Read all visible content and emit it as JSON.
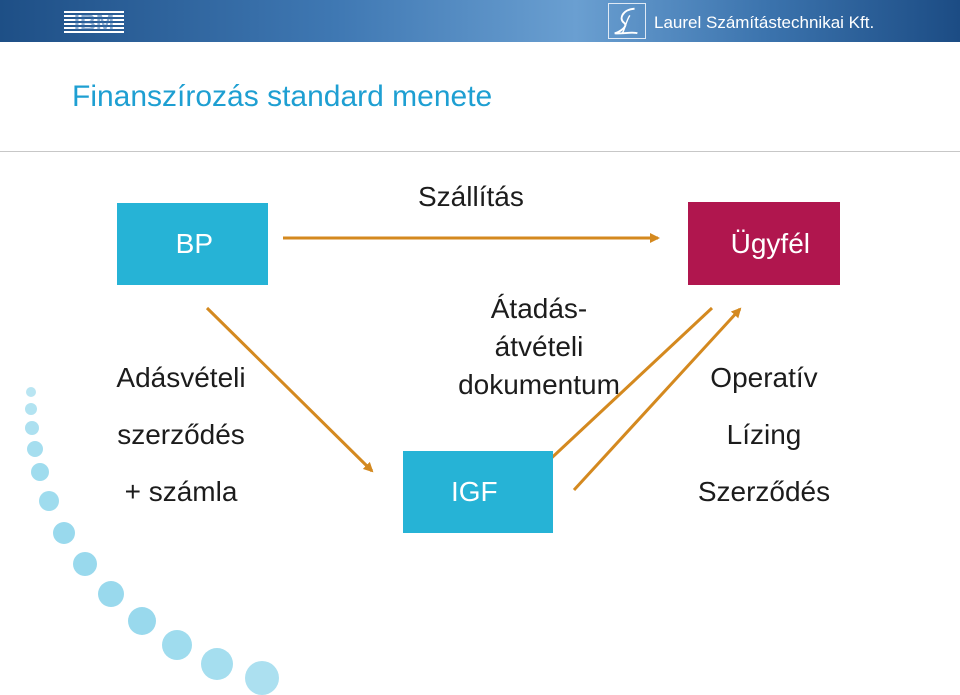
{
  "header": {
    "logo_text": "IBM",
    "company_name": "Laurel Számítástechnikai Kft."
  },
  "title": "Finanszírozás standard menete",
  "diagram": {
    "boxes": {
      "bp": "BP",
      "customer": "Ügyfél",
      "igf": "IGF"
    },
    "shipping": "Szállítás",
    "handover": [
      "Átadás-",
      "átvételi",
      "dokumentum"
    ],
    "left_label": [
      "Adásvételi",
      "szerződés",
      "+ számla"
    ],
    "right_label": [
      "Operatív",
      "Lízing",
      "Szerződés"
    ]
  },
  "colors": {
    "title": "#1e9fd2",
    "box_blue": "#26b3d6",
    "box_magenta": "#b0164e",
    "arrow": "#d4891f",
    "dots": "#7fd0e8"
  }
}
